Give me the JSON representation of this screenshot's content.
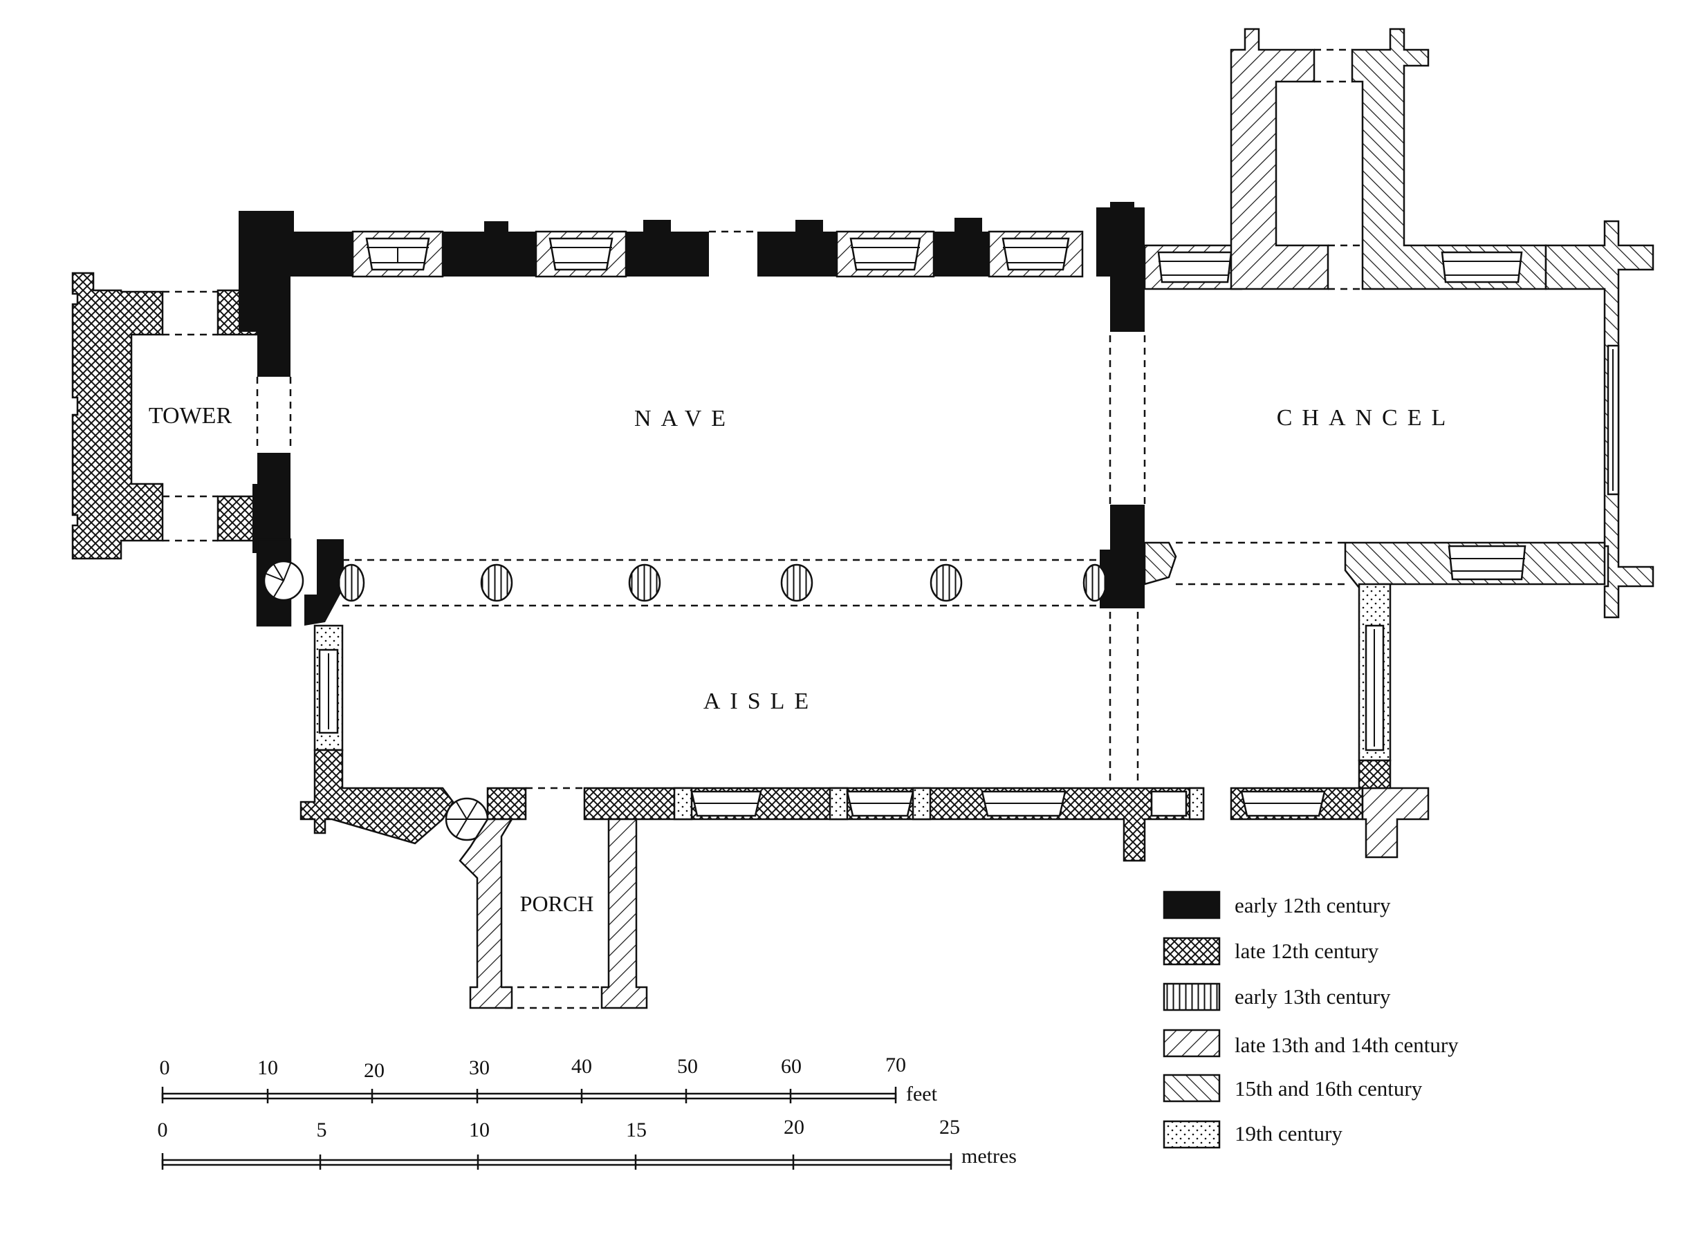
{
  "rooms": {
    "tower": "TOWER",
    "nave": "NAVE",
    "chancel": "CHANCEL",
    "aisle": "AISLE",
    "porch": "PORCH"
  },
  "scale_feet": {
    "unit": "feet",
    "ticks": [
      "0",
      "10",
      "20",
      "30",
      "40",
      "50",
      "60",
      "70"
    ]
  },
  "scale_metres": {
    "unit": "metres",
    "ticks": [
      "0",
      "5",
      "10",
      "15",
      "20",
      "25"
    ]
  },
  "legend": [
    {
      "label": "early 12th century",
      "pattern": "solid-black"
    },
    {
      "label": "late 12th century",
      "pattern": "crosshatch"
    },
    {
      "label": "early 13th century",
      "pattern": "vertical-lines"
    },
    {
      "label": "late 13th and 14th century",
      "pattern": "forward-diagonal"
    },
    {
      "label": "15th and 16th century",
      "pattern": "backward-diagonal"
    },
    {
      "label": "19th century",
      "pattern": "stipple"
    }
  ]
}
